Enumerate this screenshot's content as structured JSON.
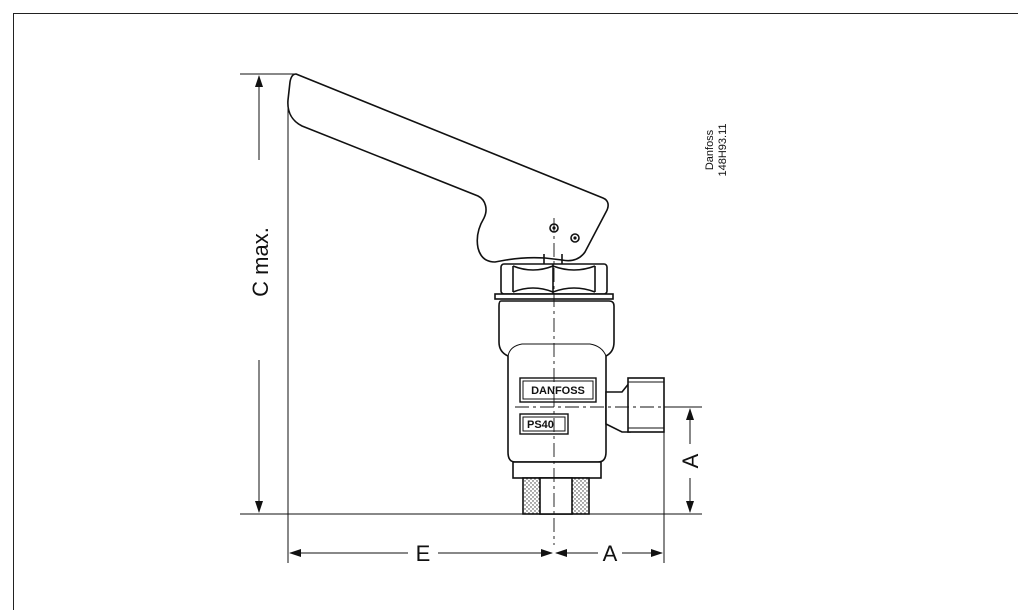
{
  "drawing": {
    "credit_line1": "Danfoss",
    "credit_line2": "148H93.11",
    "label_c": "C max.",
    "label_e": "E",
    "label_a_horizontal": "A",
    "label_a_vertical": "A",
    "plate_brand": "DANFOSS",
    "plate_model": "PS40"
  }
}
